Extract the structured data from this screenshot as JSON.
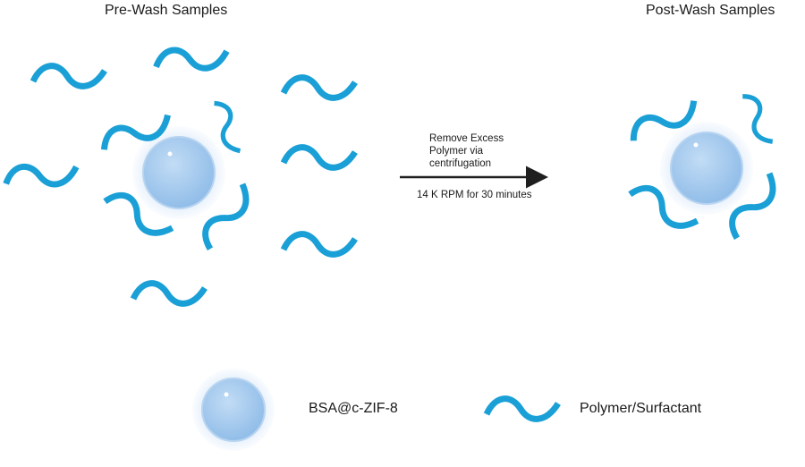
{
  "panels": {
    "pre_wash": {
      "title": "Pre-Wash Samples"
    },
    "post_wash": {
      "title": "Post-Wash Samples"
    }
  },
  "process": {
    "step_lines": [
      "Remove Excess",
      "Polymer via",
      "centrifugation"
    ],
    "condition": "14 K RPM for 30 minutes"
  },
  "legend": {
    "particle_label": "BSA@c-ZIF-8",
    "polymer_label": "Polymer/Surfactant"
  },
  "colors": {
    "polymer": "#1aa0d6",
    "particle_fill": "#a9cdef",
    "particle_halo": "#dceafa",
    "arrow": "#1f1f1f"
  },
  "icons": [
    "particle-icon",
    "polymer-strand-icon",
    "arrow-icon"
  ]
}
